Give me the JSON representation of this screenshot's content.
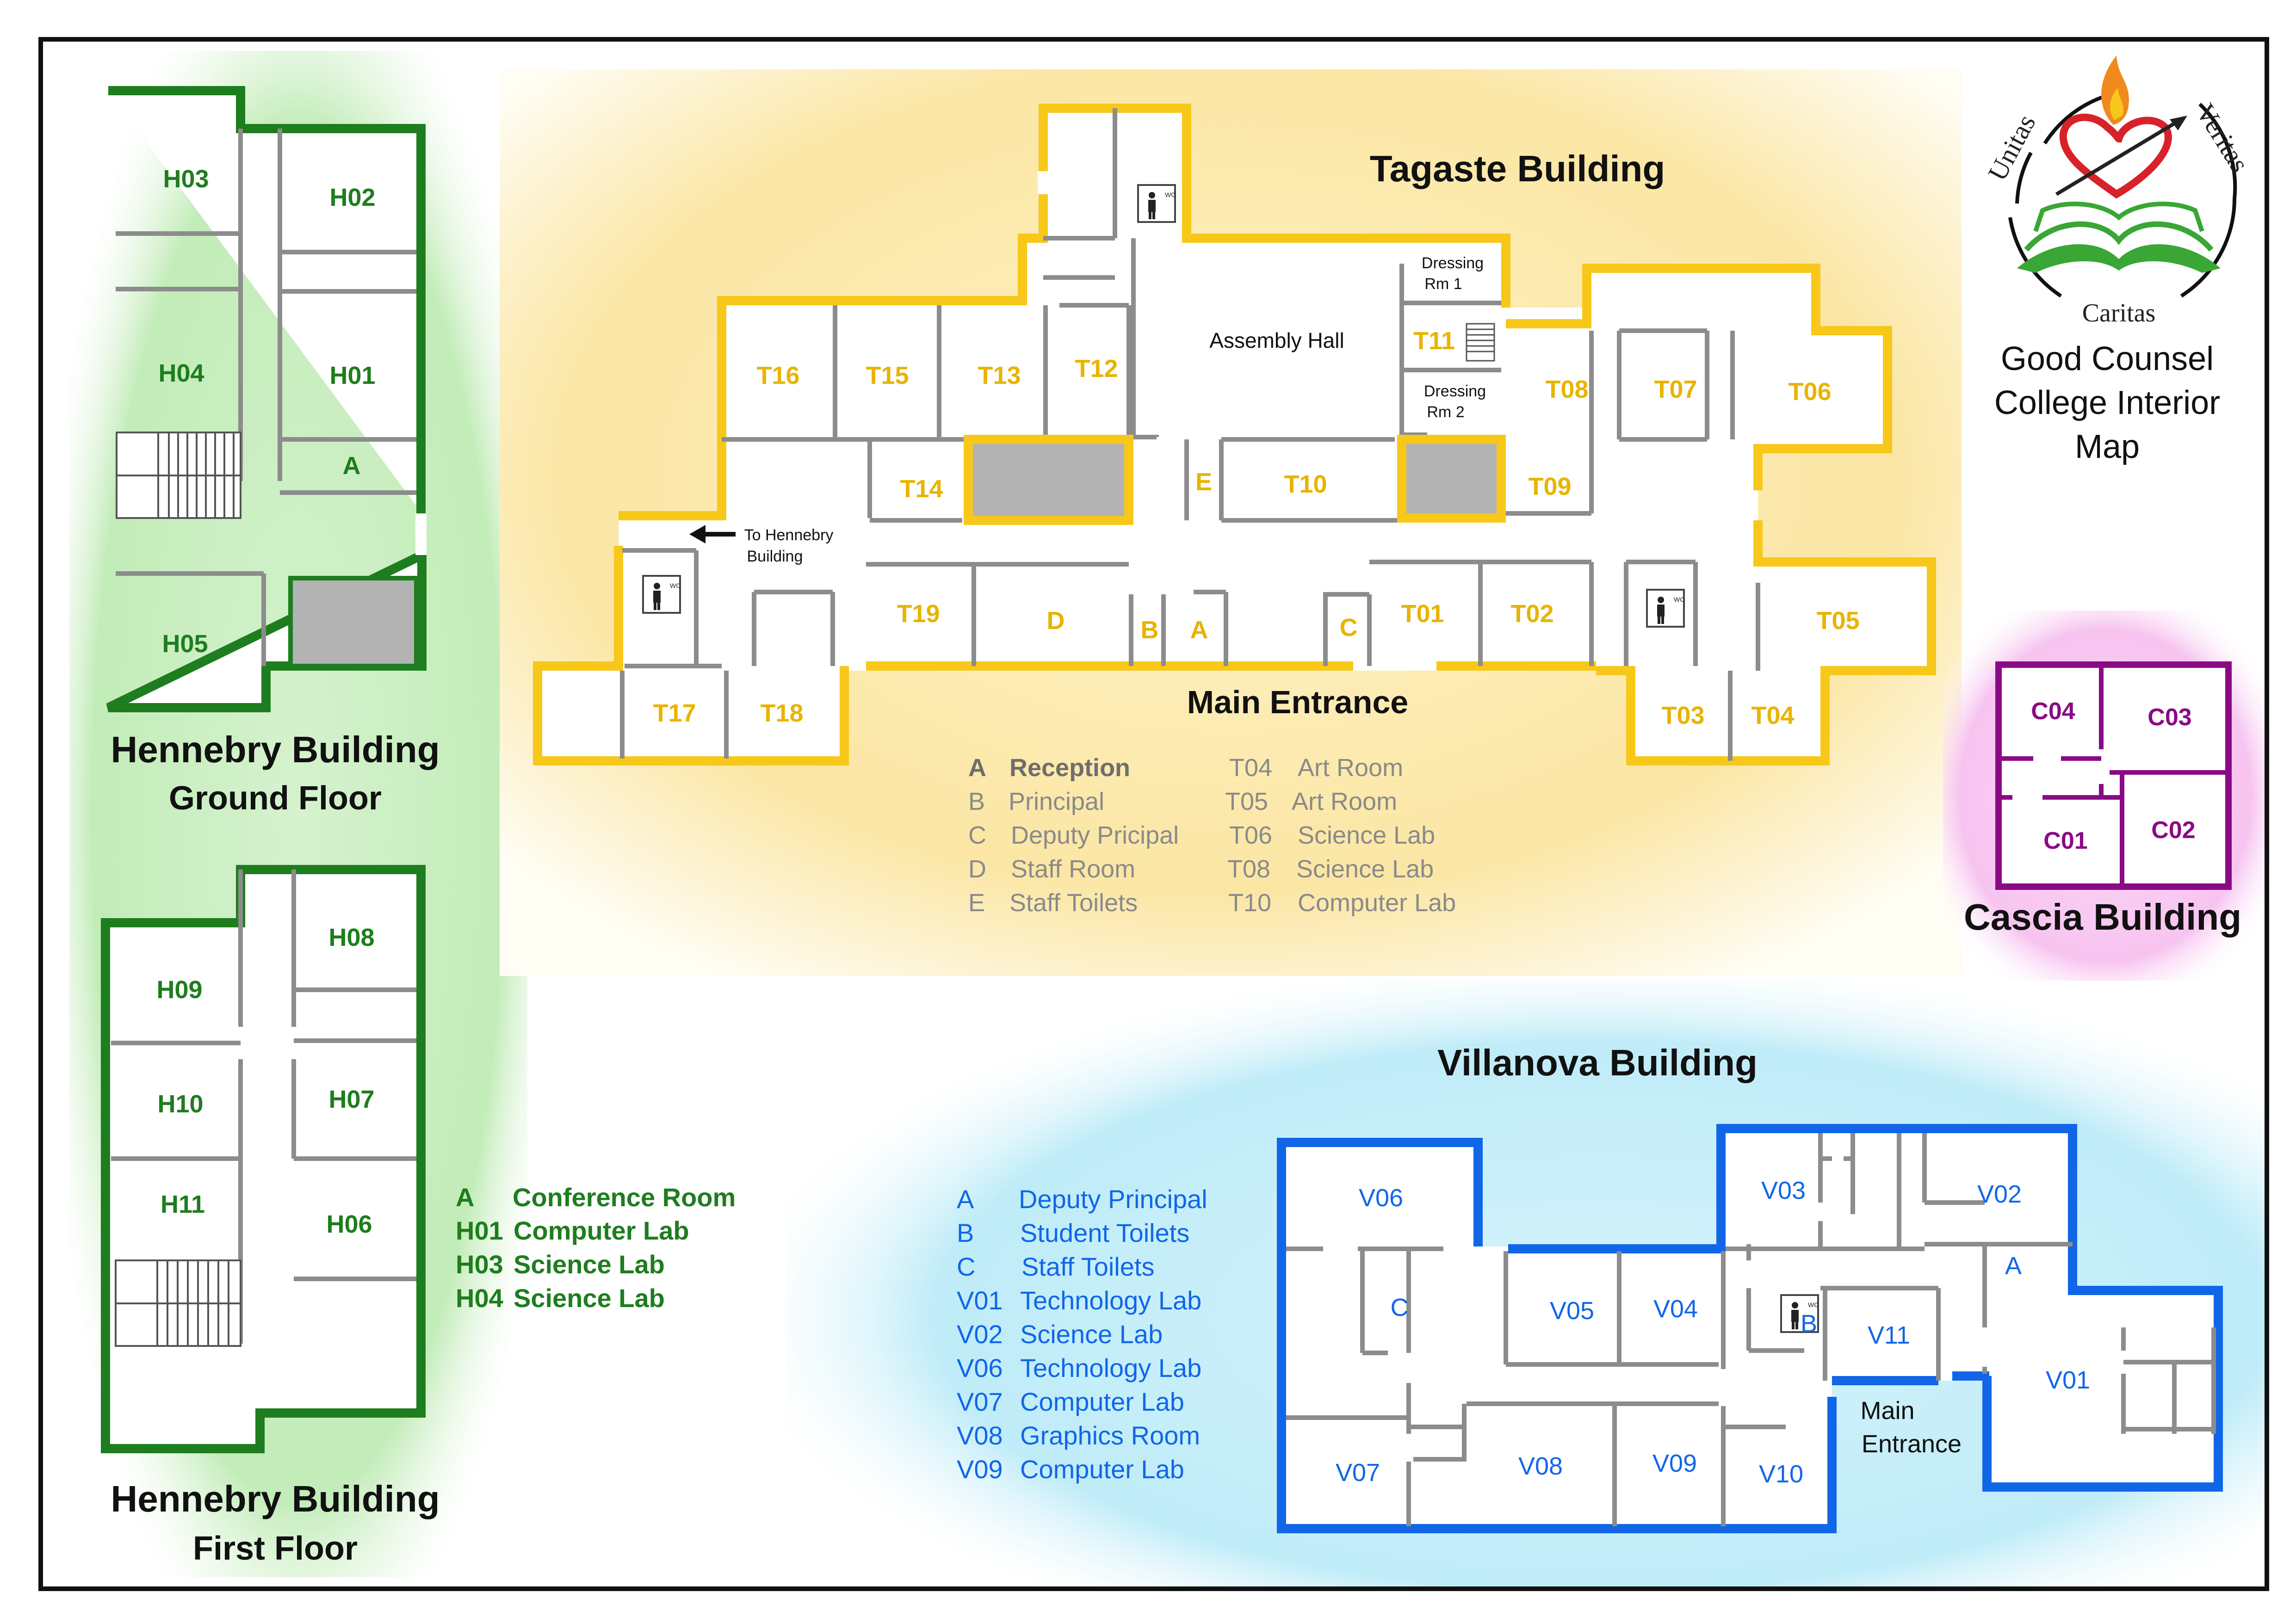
{
  "colors": {
    "hennebry": "#1e7d1e",
    "tagaste": "#f7c81a",
    "tagaste_text": "#e8b400",
    "villanova": "#1166e8",
    "cascia": "#8a0a86",
    "wall": "#8c8c8c",
    "frame": "#111111",
    "legend_gray": "#8a8a8a"
  },
  "logo": {
    "motto_left": "Unitas",
    "motto_right": "Veritas",
    "motto_bottom": "Caritas",
    "title_lines": [
      "Good Counsel",
      "College Interior",
      "Map"
    ]
  },
  "hennebry_ground": {
    "title": "Hennebry Building",
    "subtitle": "Ground Floor",
    "rooms": [
      "H03",
      "H02",
      "H04",
      "H01",
      "A",
      "H05"
    ]
  },
  "hennebry_first": {
    "title": "Hennebry Building",
    "subtitle": "First Floor",
    "rooms": [
      "H09",
      "H08",
      "H10",
      "H07",
      "H11",
      "H06"
    ],
    "legend": [
      {
        "code": "A",
        "name": "Conference Room"
      },
      {
        "code": "H01",
        "name": "Computer Lab"
      },
      {
        "code": "H03",
        "name": "Science Lab"
      },
      {
        "code": "H04",
        "name": "Science Lab"
      }
    ]
  },
  "tagaste": {
    "title": "Tagaste Building",
    "main_entrance": "Main Entrance",
    "assembly_hall": "Assembly Hall",
    "dressing_1": [
      "Dressing",
      "Rm 1"
    ],
    "dressing_2": [
      "Dressing",
      "Rm 2"
    ],
    "to_hennebry": [
      "To Hennebry",
      "Building"
    ],
    "rooms": [
      "T16",
      "T15",
      "T13",
      "T12",
      "T11",
      "T08",
      "T07",
      "T06",
      "T14",
      "E",
      "T10",
      "T09",
      "T19",
      "D",
      "B",
      "A",
      "C",
      "T01",
      "T02",
      "T05",
      "T17",
      "T18",
      "T03",
      "T04"
    ],
    "legend_left": [
      {
        "code": "A",
        "name": "Reception"
      },
      {
        "code": "B",
        "name": "Principal"
      },
      {
        "code": "C",
        "name": "Deputy Pricipal"
      },
      {
        "code": "D",
        "name": "Staff Room"
      },
      {
        "code": "E",
        "name": "Staff Toilets"
      }
    ],
    "legend_right": [
      {
        "code": "T04",
        "name": "Art Room"
      },
      {
        "code": "T05",
        "name": "Art Room"
      },
      {
        "code": "T06",
        "name": "Science Lab"
      },
      {
        "code": "T08",
        "name": "Science Lab"
      },
      {
        "code": "T10",
        "name": "Computer Lab"
      }
    ]
  },
  "cascia": {
    "title": "Cascia Building",
    "rooms": [
      "C04",
      "C03",
      "C01",
      "C02"
    ]
  },
  "villanova": {
    "title": "Villanova Building",
    "main_entrance": [
      "Main",
      "Entrance"
    ],
    "rooms": [
      "V06",
      "V03",
      "V02",
      "A",
      "C",
      "V05",
      "V04",
      "B",
      "V11",
      "V01",
      "V07",
      "V08",
      "V09",
      "V10"
    ],
    "legend": [
      {
        "code": "A",
        "name": "Deputy Principal"
      },
      {
        "code": "B",
        "name": "Student Toilets"
      },
      {
        "code": "C",
        "name": "Staff Toilets"
      },
      {
        "code": "V01",
        "name": "Technology Lab"
      },
      {
        "code": "V02",
        "name": "Science Lab"
      },
      {
        "code": "V06",
        "name": "Technology Lab"
      },
      {
        "code": "V07",
        "name": "Computer Lab"
      },
      {
        "code": "V08",
        "name": "Graphics Room"
      },
      {
        "code": "V09",
        "name": "Computer Lab"
      }
    ]
  },
  "icons": [
    "wc-icon",
    "stairs-icon",
    "arrow-left-icon",
    "flame-icon",
    "heart-icon",
    "book-icon",
    "arrow-icon"
  ]
}
